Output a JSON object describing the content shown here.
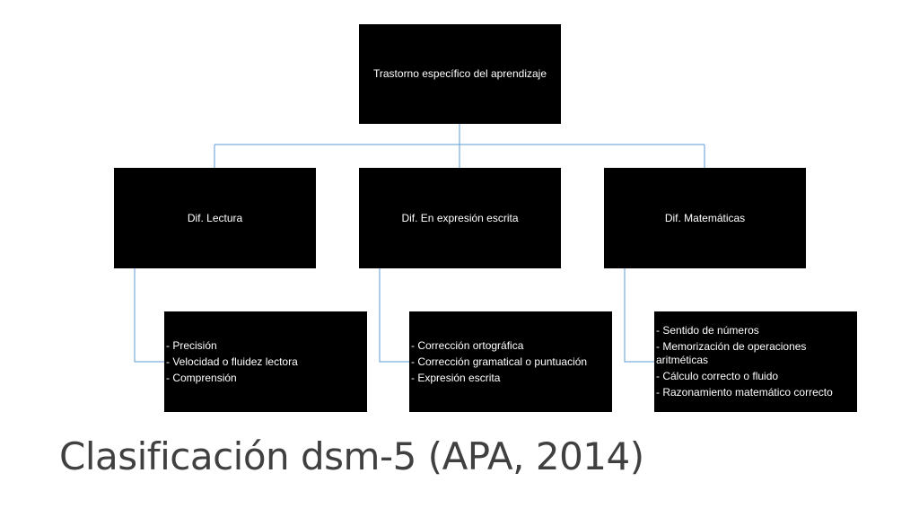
{
  "diagram": {
    "root": {
      "label": "Trastorno específico del aprendizaje"
    },
    "categories": [
      {
        "label": "Dif. Lectura",
        "items": [
          "Precisión",
          "Velocidad o fluidez lectora",
          "Comprensión"
        ]
      },
      {
        "label": "Dif. En expresión escrita",
        "items": [
          "Corrección ortográfica",
          "Corrección gramatical o puntuación",
          "Expresión escrita"
        ]
      },
      {
        "label": "Dif. Matemáticas",
        "items": [
          "Sentido de números",
          "Memorización de operaciones aritméticas",
          "Cálculo correcto o fluido",
          "Razonamiento matemático correcto"
        ]
      }
    ]
  },
  "title": "Clasificación dsm-5 (APA, 2014)",
  "colors": {
    "box_fill": "#000000",
    "box_text": "#ffffff",
    "connector": "#5b9bd5",
    "title_text": "#404040"
  }
}
